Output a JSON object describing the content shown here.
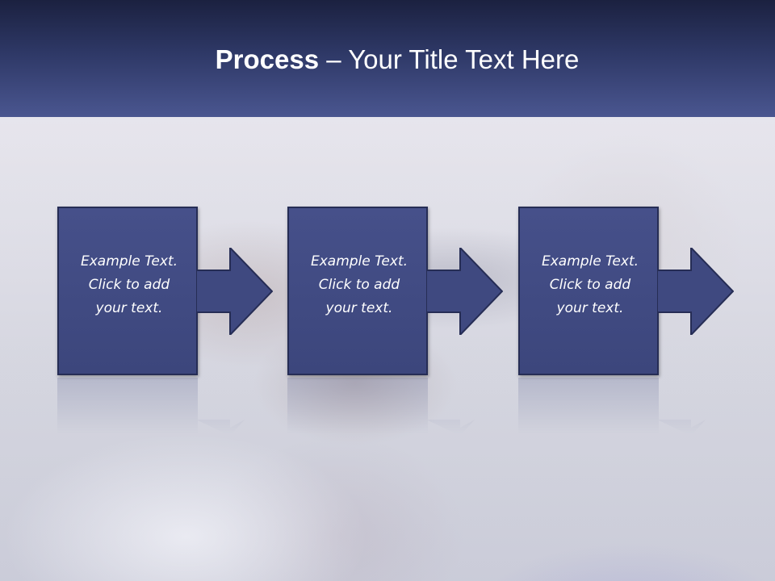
{
  "slide": {
    "title_bold": "Process",
    "title_rest": " – Your Title Text Here",
    "steps": [
      {
        "text": "Example Text.\nClick  to add\nyour text."
      },
      {
        "text": "Example Text.\nClick  to add\nyour text."
      },
      {
        "text": "Example Text.\nClick  to add\nyour text."
      }
    ]
  },
  "colors": {
    "title_bar_top": "#1b2140",
    "title_bar_bottom": "#4a5690",
    "step_fill": "#3f4980",
    "step_border": "#262d55",
    "text": "#ffffff"
  }
}
